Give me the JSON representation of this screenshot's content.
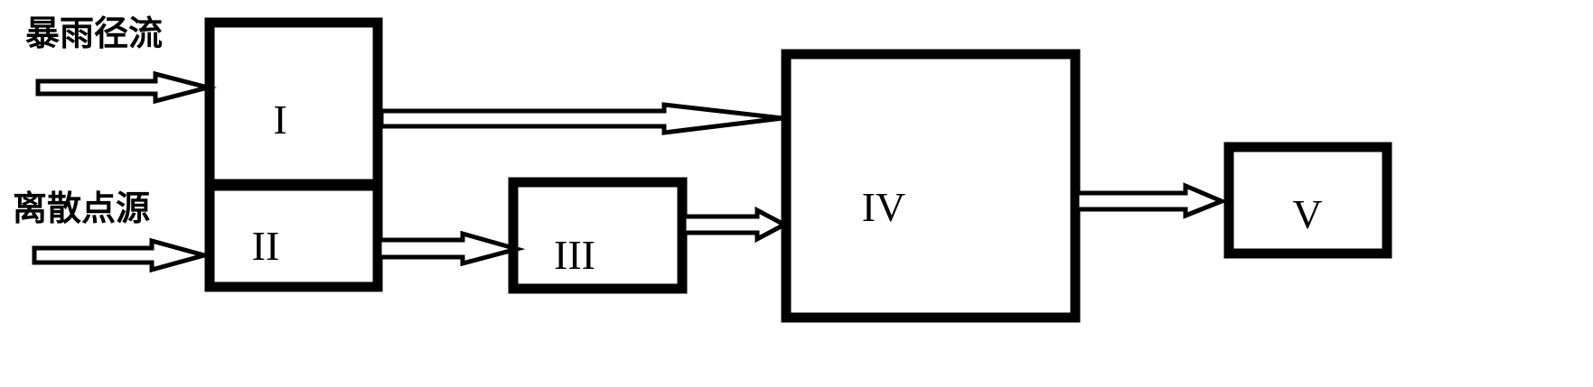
{
  "inputs": {
    "storm_runoff": "暴雨径流",
    "discrete_point_source": "离散点源"
  },
  "boxes": {
    "unit_1": "I",
    "unit_2": "II",
    "unit_3": "III",
    "unit_4": "IV",
    "unit_5": "V"
  },
  "colors": {
    "stroke": "#000000",
    "fill": "#ffffff"
  }
}
